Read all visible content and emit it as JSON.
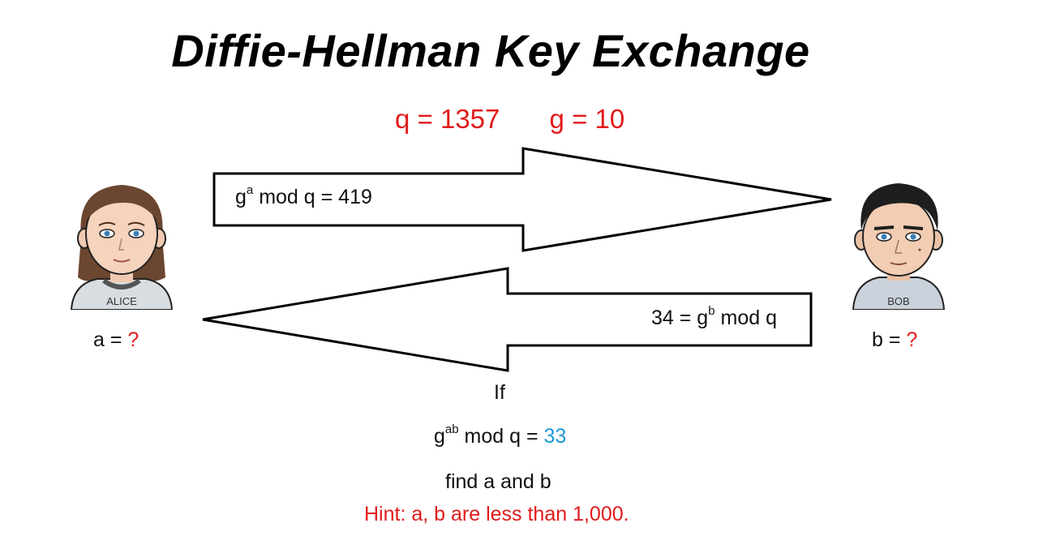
{
  "title": "Diffie-Hellman Key Exchange",
  "params": {
    "q": "q = 1357",
    "g": "g = 10"
  },
  "alice": {
    "badge": "ALICE",
    "var_label": "a = ",
    "var_value": "?"
  },
  "bob": {
    "badge": "BOB",
    "var_label": "b = ",
    "var_value": "?"
  },
  "msg_to_bob": {
    "base": "g",
    "exp": "a",
    "rest": " mod q = 419"
  },
  "msg_to_alice": {
    "lead": "34 = g",
    "exp": "b",
    "rest": " mod q"
  },
  "condition": {
    "if": "If",
    "base": "g",
    "exp": "ab",
    "rest": " mod q = ",
    "value": "33"
  },
  "task": "find a and b",
  "hint": "Hint:  a, b are less than 1,000.",
  "colors": {
    "red": "#e21a1a",
    "blue": "#1a9ad6",
    "black": "#111111"
  }
}
